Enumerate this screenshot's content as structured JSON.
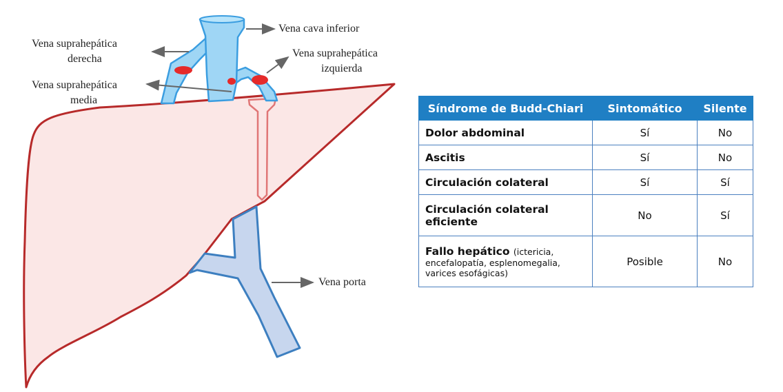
{
  "diagram": {
    "labels": {
      "vena_cava_inferior": "Vena cava inferior",
      "suprahepatica_derecha_1": "Vena suprahepática",
      "suprahepatica_derecha_2": "derecha",
      "suprahepatica_izquierda_1": "Vena suprahepática",
      "suprahepatica_izquierda_2": "izquierda",
      "suprahepatica_media_1": "Vena suprahepática",
      "suprahepatica_media_2": "media",
      "vena_porta": "Vena porta"
    },
    "colors": {
      "liver_fill": "#fbe7e6",
      "liver_outline": "#b72a2a",
      "vein_fill": "#9fd6f5",
      "vein_outline": "#3a9de0",
      "portal_fill": "#c7d6ee",
      "portal_outline": "#3d7fc0",
      "obstruction": "#e52a2a"
    }
  },
  "table": {
    "headers": [
      "Síndrome de Budd-Chiari",
      "Sintomático",
      "Silente"
    ],
    "rows": [
      {
        "label": "Dolor abdominal",
        "sintomatico": "Sí",
        "silente": "No"
      },
      {
        "label": "Ascitis",
        "sintomatico": "Sí",
        "silente": "No"
      },
      {
        "label": "Circulación colateral",
        "sintomatico": "Sí",
        "silente": "Sí"
      },
      {
        "label_line1": "Circulación colateral",
        "label_line2": "eficiente",
        "sintomatico": "No",
        "silente": "Sí"
      },
      {
        "label": "Fallo hepático",
        "note_line1": "(ictericia,",
        "note_line2": "encefalopatía, esplenomegalia,",
        "note_line3": "varices esofágicas)",
        "sintomatico": "Posible",
        "silente": "No"
      }
    ],
    "colors": {
      "header_bg": "#1f7fc4",
      "header_text": "#ffffff",
      "border": "#4a7fbf"
    }
  }
}
